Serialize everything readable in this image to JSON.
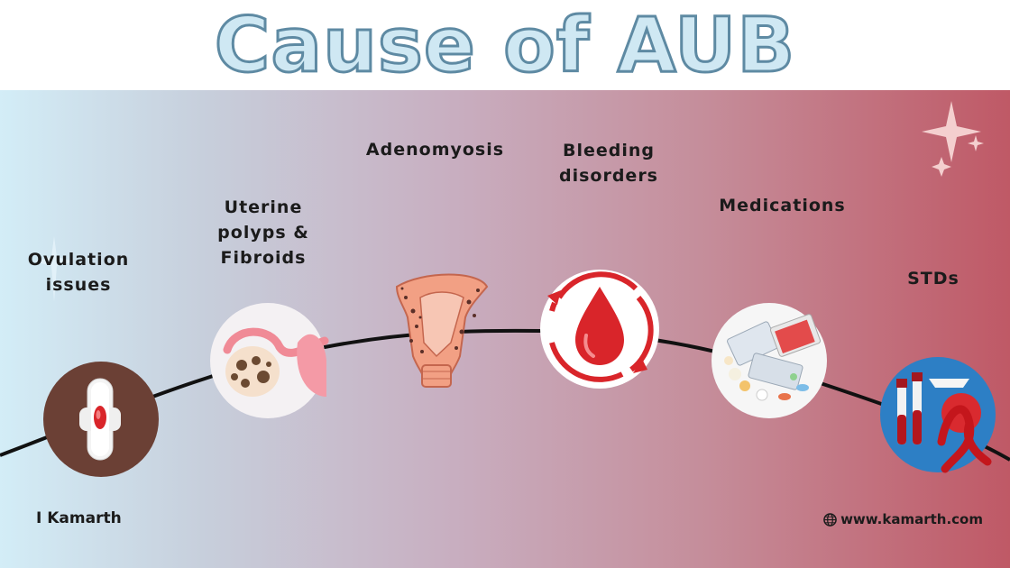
{
  "title": "Cause of AUB",
  "causes": [
    {
      "label": "Ovulation\nissues",
      "icon": "sanitary-pad-icon"
    },
    {
      "label": "Uterine\npolyps &\nFibroids",
      "icon": "ovary-fibroid-icon"
    },
    {
      "label": "Adenomyosis",
      "icon": "uterus-icon"
    },
    {
      "label": "Bleeding\ndisorders",
      "icon": "blood-drop-icon"
    },
    {
      "label": "Medications",
      "icon": "pills-icon"
    },
    {
      "label": "STDs",
      "icon": "test-tubes-ribbon-icon"
    }
  ],
  "footer": {
    "credit": "I Kamarth",
    "website": "www.kamarth.com"
  },
  "colors": {
    "title_fill": "#cfe8f3",
    "title_stroke": "#5e8aa3",
    "blood_red": "#d9252a"
  }
}
